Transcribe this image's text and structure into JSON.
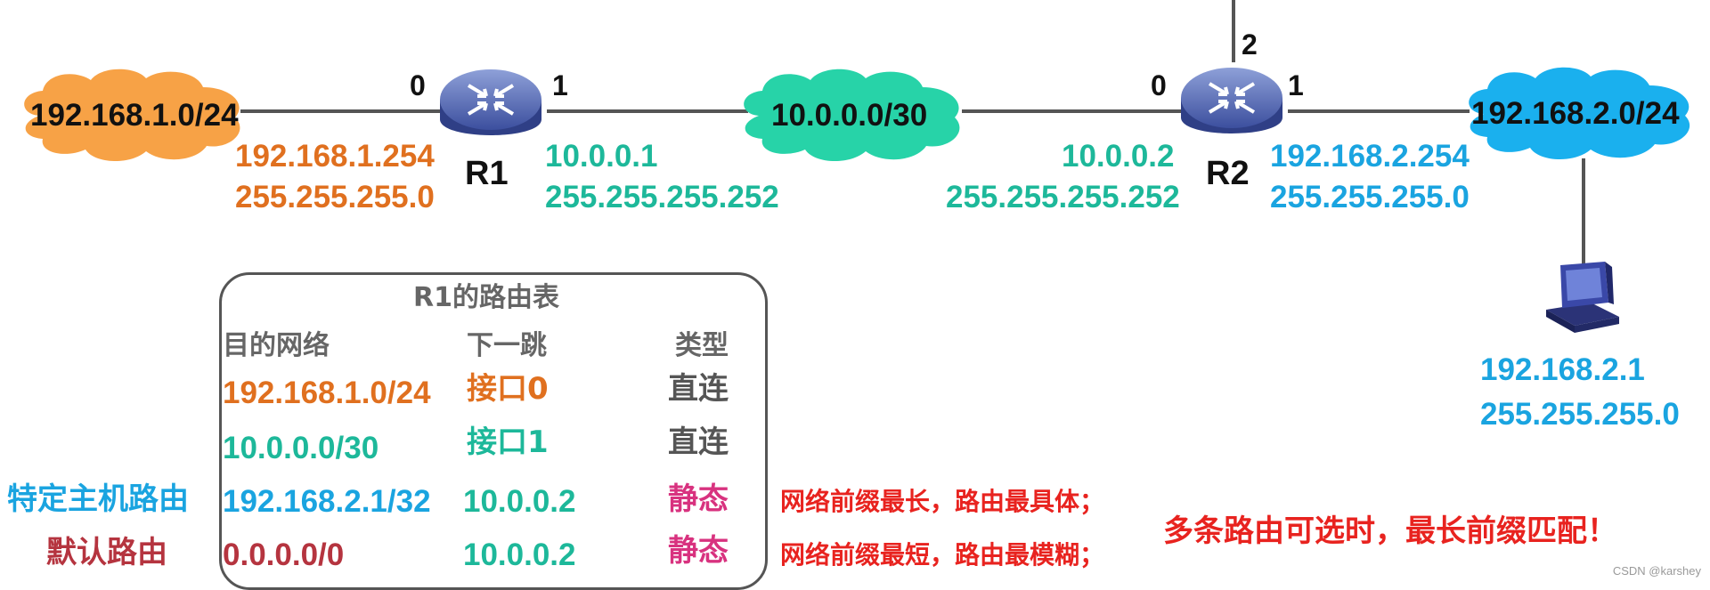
{
  "networks": {
    "net_left": "192.168.1.0/24",
    "net_mid": "10.0.0.0/30",
    "net_right": "192.168.2.0/24"
  },
  "routers": {
    "r1": {
      "name": "R1",
      "badge": "ROUTER",
      "port0": "0",
      "port1": "1"
    },
    "r2": {
      "name": "R2",
      "badge": "ROUTER",
      "port0": "0",
      "port1": "1",
      "port2": "2"
    }
  },
  "addresses": {
    "r1_if0_ip": "192.168.1.254",
    "r1_if0_mask": "255.255.255.0",
    "r1_if1_ip": "10.0.0.1",
    "r1_if1_mask": "255.255.255.252",
    "r2_if0_ip": "10.0.0.2",
    "r2_if0_mask": "255.255.255.252",
    "r2_if1_ip": "192.168.2.254",
    "r2_if1_mask": "255.255.255.0",
    "host_ip": "192.168.2.1",
    "host_mask": "255.255.255.0"
  },
  "table": {
    "title": "R1的路由表",
    "headers": [
      "目的网络",
      "下一跳",
      "类型"
    ],
    "rows": [
      {
        "side_label": "",
        "dest": "192.168.1.0/24",
        "next_hop": "接口0",
        "type": "直连"
      },
      {
        "side_label": "",
        "dest": "10.0.0.0/30",
        "next_hop": "接口1",
        "type": "直连"
      },
      {
        "side_label": "特定主机路由",
        "dest": "192.168.2.1/32",
        "next_hop": "10.0.0.2",
        "type": "静态"
      },
      {
        "side_label": "默认路由",
        "dest": "0.0.0.0/0",
        "next_hop": "10.0.0.2",
        "type": "静态"
      }
    ]
  },
  "notes": {
    "note_longest": "网络前缀最长，路由最具体；",
    "note_shortest": "网络前缀最短，路由最模糊；",
    "conclusion": "多条路由可选时，最长前缀匹配！"
  },
  "watermark": "CSDN @karshey",
  "colors": {
    "orange": "#e0701f",
    "teal": "#1db89a",
    "blue": "#1aa4e0",
    "crimson": "#b5343f",
    "magenta": "#d8327f",
    "red": "#e8231f",
    "cloud_orange": "#f7a246",
    "cloud_green": "#27d3a8",
    "cloud_blue": "#1ab0ee"
  }
}
